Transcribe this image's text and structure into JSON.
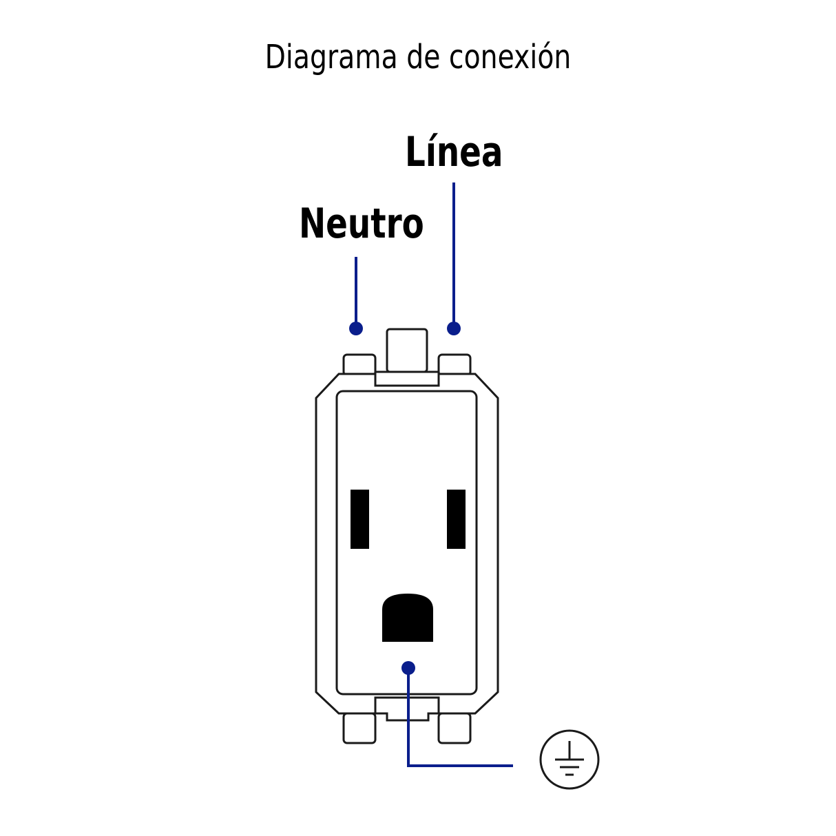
{
  "title": "Diagrama de conexión",
  "labels": {
    "linea": "Línea",
    "neutro": "Neutro"
  },
  "icons": {
    "ground": "ground-symbol-icon"
  },
  "colors": {
    "wire": "#0a1e8c",
    "outline": "#1a1a1a",
    "slot_fill": "#000000",
    "background": "#ffffff"
  }
}
